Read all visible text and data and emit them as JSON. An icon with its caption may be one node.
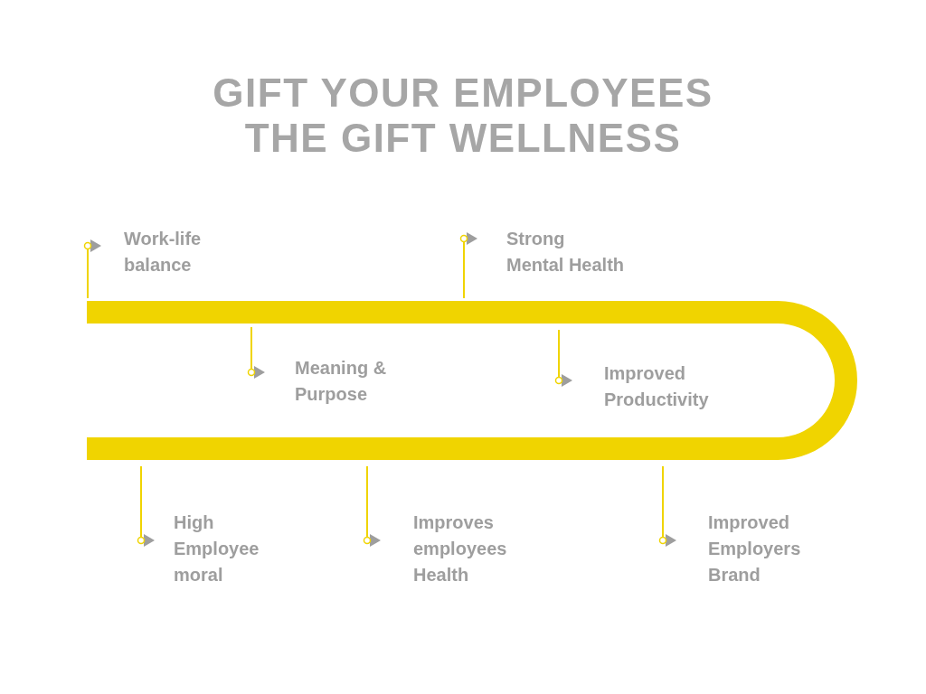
{
  "diagram": {
    "title": "GIFT YOUR EMPLOYEES THE GIFT WELLNESS",
    "labels": [
      "Work-life balance",
      "Strong Mental Health",
      "Meaning & Purpose",
      "Improved Productivity",
      "High Employee moral",
      "Improves employees Health",
      "Improved Employers Brand"
    ]
  }
}
